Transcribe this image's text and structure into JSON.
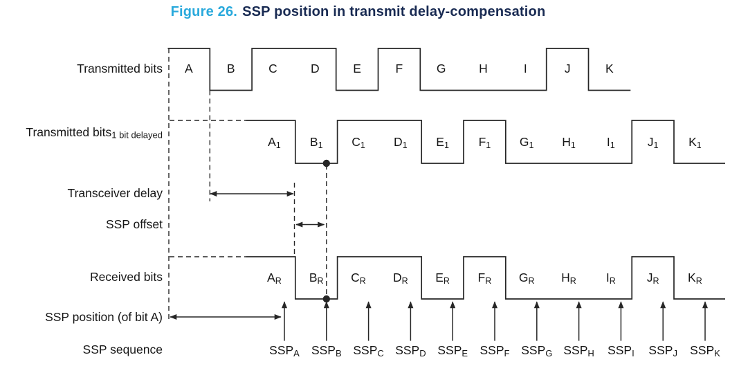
{
  "title": {
    "prefix": "Figure 26.",
    "text": "SSP position in transmit delay-compensation"
  },
  "colors": {
    "figure_number": "#29a9dc",
    "figure_title": "#182a52",
    "ink": "#262626",
    "background": "#ffffff"
  },
  "waveform": {
    "pattern": [
      1,
      0,
      1,
      1,
      0,
      1,
      0,
      0,
      0,
      1,
      0
    ],
    "bit_names": [
      "A",
      "B",
      "C",
      "D",
      "E",
      "F",
      "G",
      "H",
      "I",
      "J",
      "K"
    ],
    "rows": [
      {
        "label": "Transmitted bits",
        "label_subscript": "",
        "bit_subscript": ""
      },
      {
        "label": "Transmitted bits",
        "label_subscript": "1 bit delayed",
        "bit_subscript": "1"
      },
      {
        "label": "Received bits",
        "label_subscript": "",
        "bit_subscript": "R"
      }
    ]
  },
  "annotations": {
    "transceiver_delay": "Transceiver delay",
    "ssp_offset": "SSP offset",
    "ssp_position": "SSP position (of bit A)",
    "ssp_sequence": "SSP sequence",
    "ssp_prefix": "SSP"
  }
}
